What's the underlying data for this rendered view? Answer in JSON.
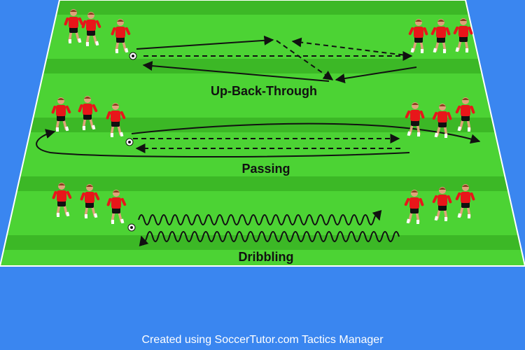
{
  "drills": [
    {
      "label": "Up-Back-Through"
    },
    {
      "label": "Passing"
    },
    {
      "label": "Dribbling"
    }
  ],
  "footer": {
    "credit": "Created using SoccerTutor.com Tactics Manager"
  },
  "colors": {
    "pitch_light": "#4cd334",
    "pitch_dark": "#3cb826",
    "background": "#3a86f0",
    "shirt": "#e8161a",
    "shorts": "#111111",
    "skin": "#e0a27a",
    "line": "#ffffff"
  }
}
